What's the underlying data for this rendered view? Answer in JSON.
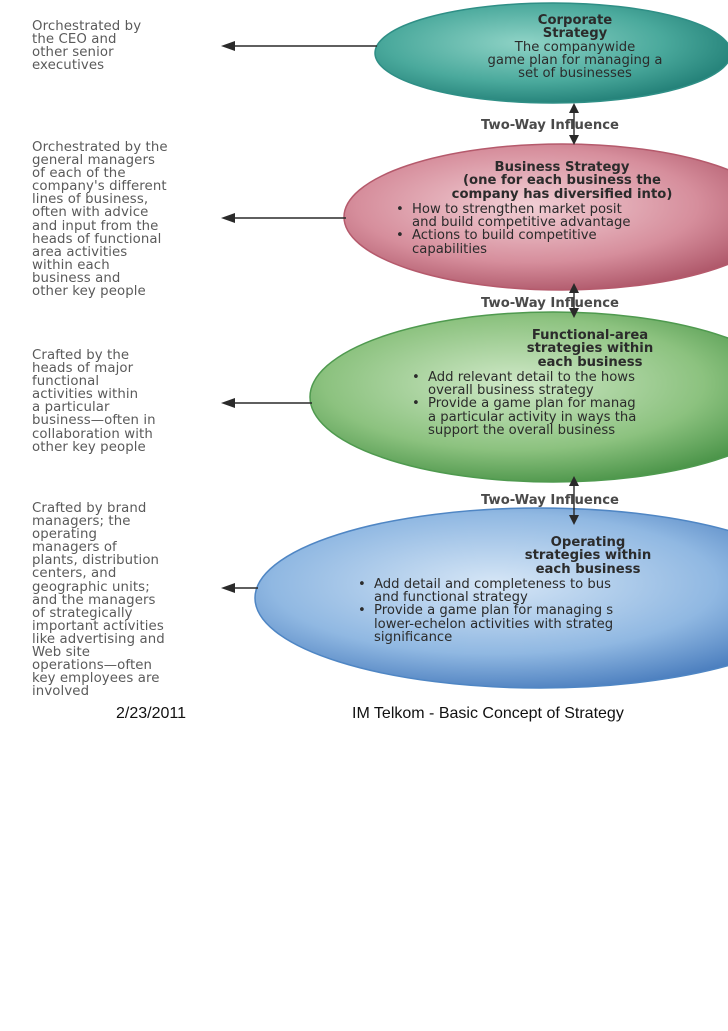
{
  "levels": [
    {
      "description": "Orchestrated by\nthe CEO and\nother senior\nexecutives",
      "title": "Corporate\nStrategy",
      "subtitle": "The companywide\ngame plan for managing a\nset of businesses",
      "bullets": [],
      "color": "#2f8f86"
    },
    {
      "description": "Orchestrated by the\ngeneral managers\nof each of the\ncompany's different\nlines of business,\noften with advice\nand input from the\nheads of functional\narea activities\nwithin each\nbusiness and\nother key people",
      "title": "Business Strategy\n(one for each business the\ncompany has diversified into)",
      "subtitle": "",
      "bullets": [
        "How to strengthen market posit\nand build competitive advantage",
        "Actions to build competitive\ncapabilities"
      ],
      "color": "#b55a6c"
    },
    {
      "description": "Crafted by the\nheads of major\nfunctional\nactivities within\na particular\nbusiness—often in\ncollaboration with\nother key people",
      "title": "Functional-area\nstrategies within\neach business",
      "subtitle": "",
      "bullets": [
        "Add relevant detail to the hows\noverall business strategy",
        "Provide a game plan for manag\na particular activity in ways tha\nsupport the overall business"
      ],
      "color": "#4f9a4f"
    },
    {
      "description": "Crafted by brand\nmanagers; the\noperating\nmanagers of\nplants, distribution\ncenters, and\ngeographic units;\nand the managers\nof strategically\nimportant activities\nlike advertising and\nWeb site\noperations—often\nkey employees are\ninvolved",
      "title": "Operating\nstrategies within\neach business",
      "subtitle": "",
      "bullets": [
        "Add detail and completeness to bus\nand functional strategy",
        "Provide a game plan for managing s\nlower-echelon activities with strateg\nsignificance"
      ],
      "color": "#4f86c4"
    }
  ],
  "influence_label": "Two-Way Influence",
  "footer": {
    "date": "2/23/2011",
    "title": "IM Telkom - Basic Concept of Strategy"
  }
}
